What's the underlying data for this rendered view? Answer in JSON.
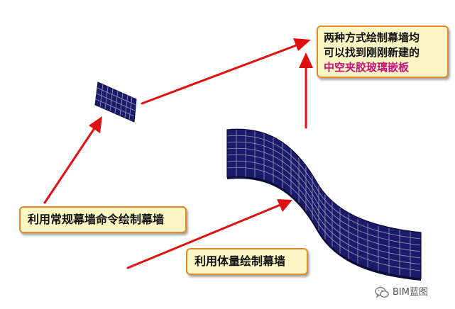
{
  "callouts": {
    "right_line1": "两种方式绘制幕墙均",
    "right_line2": "可以找到刚刚新建的",
    "right_line3": "中空夹胶玻璃嵌板",
    "left": "利用常规幕墙命令绘制幕墙",
    "mid": "利用体量绘制幕墙"
  },
  "watermark": {
    "text": "BIM蓝图",
    "icon": "wechat-icon"
  },
  "colors": {
    "arrow": "#e01010",
    "panel": "#1b1b6b",
    "mullion": "#9999bb",
    "callout_bg": "#fbf6c4",
    "callout_border": "#e08a2a",
    "highlight": "#c8117a"
  }
}
